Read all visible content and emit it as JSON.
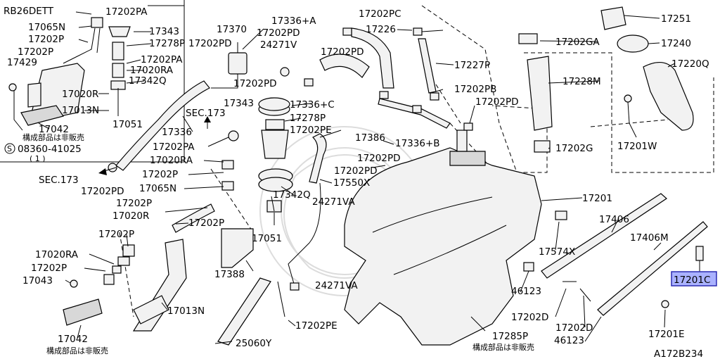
{
  "diagram": {
    "engine_code": "RB26DETT",
    "figure_id": "A172B234",
    "note_not_sold": "構成部品は非販売",
    "screw_spec": "08360-41025",
    "screw_qty": "( 1 )",
    "circled_s": "S"
  },
  "labels": {
    "p17202PA_top": "17202PA",
    "p17065N_top": "17065N",
    "p17202P_a": "17202P",
    "p17429": "17429",
    "p17343_a": "17343",
    "p17278P_a": "17278P",
    "p17202PA_b": "17202PA",
    "p17020RA_a": "17020RA",
    "p17342Q_a": "17342Q",
    "p17020R_a": "17020R",
    "p17013N_a": "17013N",
    "p17051_a": "17051",
    "p17042_a": "17042",
    "p17370": "17370",
    "p17202PD_a": "17202PD",
    "p17336A": "17336+A",
    "p17202PD_b": "17202PD",
    "p24271V": "24271V",
    "p17202PC": "17202PC",
    "p17226": "17226",
    "p17202PD_c": "17202PD",
    "p17227P": "17227P",
    "p17202PD_d": "17202PD",
    "p17202PB": "17202PB",
    "p17343_b": "17343",
    "p17336C": "17336+C",
    "p17202PD_e": "17202PD",
    "p17278P_b": "17278P",
    "p17202PE_a": "17202PE",
    "p17336": "17336",
    "p17386": "17386",
    "p17336B": "17336+B",
    "p17202PA_c": "17202PA",
    "p17020RA_b": "17020RA",
    "p17202PD_f": "17202PD",
    "p17202P_b": "17202P",
    "p17202PD_g": "17202PD",
    "p17065N_b": "17065N",
    "p17342Q_b": "17342Q",
    "p17550X": "17550X",
    "p17202P_c": "17202P",
    "p24271VA_a": "24271VA",
    "p17020R_b": "17020R",
    "p17202P_d": "17202P",
    "p17051_b": "17051",
    "p17202P_e": "17202P",
    "p17020RA_c": "17020RA",
    "p17202P_f": "17202P",
    "p17043": "17043",
    "p17388": "17388",
    "p24271VA_b": "24271VA",
    "p17013N_b": "17013N",
    "p17042_b": "17042",
    "p17202PE_b": "17202PE",
    "p25060Y": "25060Y",
    "p17251": "17251",
    "p17202GA": "17202GA",
    "p17240": "17240",
    "p17220Q": "17220Q",
    "p17228M": "17228M",
    "p17201W": "17201W",
    "p17202G": "17202G",
    "p17201": "17201",
    "p17406": "17406",
    "p17406M": "17406M",
    "p17574X": "17574X",
    "p46123_a": "46123",
    "p46123_b": "46123",
    "p17202D_a": "17202D",
    "p17202D_b": "17202D",
    "p17201C": "17201C",
    "p17201E": "17201E",
    "p17285P": "17285P",
    "sec173_a": "SEC.173",
    "sec173_b": "SEC.173"
  },
  "highlight": {
    "label": "p17201C",
    "fill": "#aab2ff",
    "stroke": "#2b2bb0"
  }
}
